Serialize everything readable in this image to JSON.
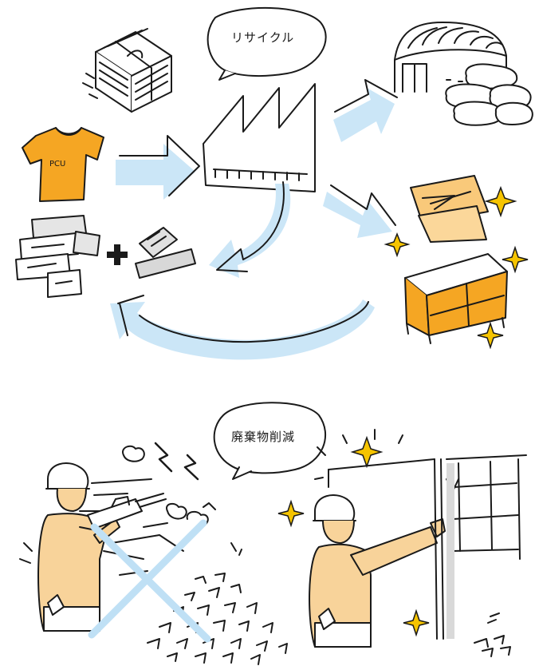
{
  "bubbles": {
    "recycle": "リサイクル",
    "waste_reduction": "廃棄物削減"
  },
  "shirt_print": "PCU",
  "colors": {
    "orange": "#F5A623",
    "light_orange": "#FBD79A",
    "skin": "#F8D39A",
    "arrow_blue": "#CBE6F7",
    "cross_blue": "#BFE0F5",
    "sparkle_yellow": "#F6C400",
    "ink": "#1a1a1a",
    "grey": "#cfcfcf"
  }
}
